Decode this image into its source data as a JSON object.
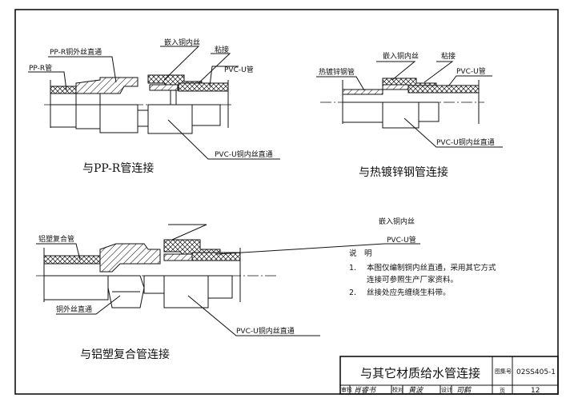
{
  "drawing1": {
    "title": "与PP-R管连接",
    "labels": {
      "pp_r_fitting": "PP-R铜外丝直通",
      "embedded_thread": "嵌入铜内丝",
      "glue": "粘接",
      "pp_r_pipe": "PP-R管",
      "pvc_pipe": "PVC-U管",
      "pvc_fitting": "PVC-U铜内丝直通"
    }
  },
  "drawing2": {
    "title": "与热镀锌钢管连接",
    "labels": {
      "embedded_thread": "嵌入铜内丝",
      "glue": "粘接",
      "steel_pipe": "热镀锌钢管",
      "pvc_pipe": "PVC-U管",
      "pvc_fitting": "PVC-U铜内丝直通"
    }
  },
  "drawing3": {
    "title": "与铝塑复合管连接",
    "labels": {
      "embedded_thread": "嵌入铜内丝",
      "al_pipe": "铝塑复合管",
      "pvc_pipe": "PVC-U管",
      "copper_fitting": "铜外丝直通",
      "pvc_fitting": "PVC-U铜内丝直通"
    }
  },
  "notes": {
    "heading": "说　明",
    "items": [
      {
        "num": "1.",
        "line1": "本图仅编制铜内丝直通，采用其它方式",
        "line2": "连接可参照生产厂家资料。"
      },
      {
        "num": "2.",
        "line1": "丝接处应先缠绕生料带。"
      }
    ]
  },
  "title_block": {
    "title": "与其它材质给水管连接",
    "atlas_label": "图集号",
    "atlas_no": "02SS405-1",
    "review_label": "审核",
    "review_sign": "肖睿书",
    "check_label": "校对",
    "check_sign": "黄波",
    "design_label": "设计",
    "design_sign": "司鹤",
    "page_label": "页",
    "page_no": "12"
  }
}
